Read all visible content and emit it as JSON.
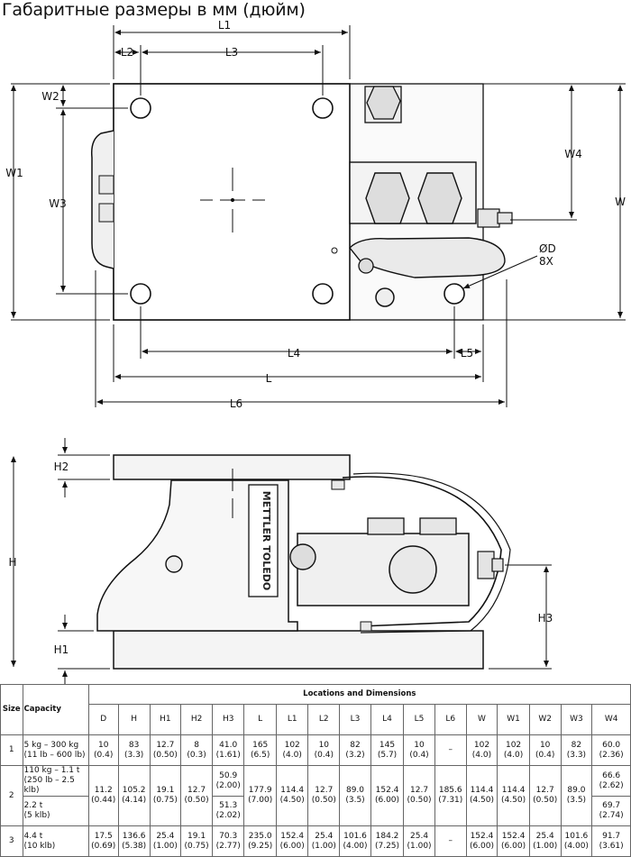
{
  "title": "Габаритные размеры в мм (дюйм)",
  "top_view_labels": {
    "L1": "L1",
    "L2": "L2",
    "L3": "L3",
    "W2": "W2",
    "W1": "W1",
    "W3": "W3",
    "W4": "W4",
    "W": "W",
    "L4": "L4",
    "L5": "L5",
    "L": "L",
    "L6": "L6",
    "D": "ØD",
    "D_count": "8X"
  },
  "side_view_labels": {
    "H2": "H2",
    "H": "H",
    "H1": "H1",
    "H3": "H3",
    "brand": "METTLER TOLEDO"
  },
  "table": {
    "col_size": "Size",
    "col_capacity": "Capacity",
    "group_header": "Locations and Dimensions",
    "columns": [
      "D",
      "H",
      "H1",
      "H2",
      "H3",
      "L",
      "L1",
      "L2",
      "L3",
      "L4",
      "L5",
      "L6",
      "W",
      "W1",
      "W2",
      "W3",
      "W4"
    ],
    "rows": [
      {
        "size": "1",
        "capacity": [
          "5 kg – 300 kg",
          "(11 lb – 600 lb)"
        ],
        "cells": [
          [
            "10",
            "(0.4)"
          ],
          [
            "83",
            "(3.3)"
          ],
          [
            "12.7",
            "(0.50)"
          ],
          [
            "8",
            "(0.3)"
          ],
          [
            "41.0",
            "(1.61)"
          ],
          [
            "165",
            "(6.5)"
          ],
          [
            "102",
            "(4.0)"
          ],
          [
            "10",
            "(0.4)"
          ],
          [
            "82",
            "(3.2)"
          ],
          [
            "145",
            "(5.7)"
          ],
          [
            "10",
            "(0.4)"
          ],
          [
            "–",
            ""
          ],
          [
            "102",
            "(4.0)"
          ],
          [
            "102",
            "(4.0)"
          ],
          [
            "10",
            "(0.4)"
          ],
          [
            "82",
            "(3.3)"
          ],
          [
            "60.0",
            "(2.36)"
          ]
        ]
      },
      {
        "size": "2",
        "capacity_a": [
          "110 kg – 1.1 t",
          "(250 lb – 2.5 klb)"
        ],
        "capacity_b": [
          "2.2 t",
          "(5 klb)"
        ],
        "shared": [
          [
            "11.2",
            "(0.44)"
          ],
          [
            "105.2",
            "(4.14)"
          ],
          [
            "19.1",
            "(0.75)"
          ],
          [
            "12.7",
            "(0.50)"
          ]
        ],
        "h3_a": [
          "50.9",
          "(2.00)"
        ],
        "h3_b": [
          "51.3",
          "(2.02)"
        ],
        "shared2": [
          [
            "177.9",
            "(7.00)"
          ],
          [
            "114.4",
            "(4.50)"
          ],
          [
            "12.7",
            "(0.50)"
          ],
          [
            "89.0",
            "(3.5)"
          ],
          [
            "152.4",
            "(6.00)"
          ],
          [
            "12.7",
            "(0.50)"
          ],
          [
            "185.6",
            "(7.31)"
          ],
          [
            "114.4",
            "(4.50)"
          ],
          [
            "114.4",
            "(4.50)"
          ],
          [
            "12.7",
            "(0.50)"
          ],
          [
            "89.0",
            "(3.5)"
          ]
        ],
        "w4_a": [
          "66.6",
          "(2.62)"
        ],
        "w4_b": [
          "69.7",
          "(2.74)"
        ]
      },
      {
        "size": "3",
        "capacity": [
          "4.4 t",
          "(10 klb)"
        ],
        "cells": [
          [
            "17.5",
            "(0.69)"
          ],
          [
            "136.6",
            "(5.38)"
          ],
          [
            "25.4",
            "(1.00)"
          ],
          [
            "19.1",
            "(0.75)"
          ],
          [
            "70.3",
            "(2.77)"
          ],
          [
            "235.0",
            "(9.25)"
          ],
          [
            "152.4",
            "(6.00)"
          ],
          [
            "25.4",
            "(1.00)"
          ],
          [
            "101.6",
            "(4.00)"
          ],
          [
            "184.2",
            "(7.25)"
          ],
          [
            "25.4",
            "(1.00)"
          ],
          [
            "–",
            ""
          ],
          [
            "152.4",
            "(6.00)"
          ],
          [
            "152.4",
            "(6.00)"
          ],
          [
            "25.4",
            "(1.00)"
          ],
          [
            "101.6",
            "(4.00)"
          ],
          [
            "91.7",
            "(3.61)"
          ]
        ]
      }
    ]
  }
}
